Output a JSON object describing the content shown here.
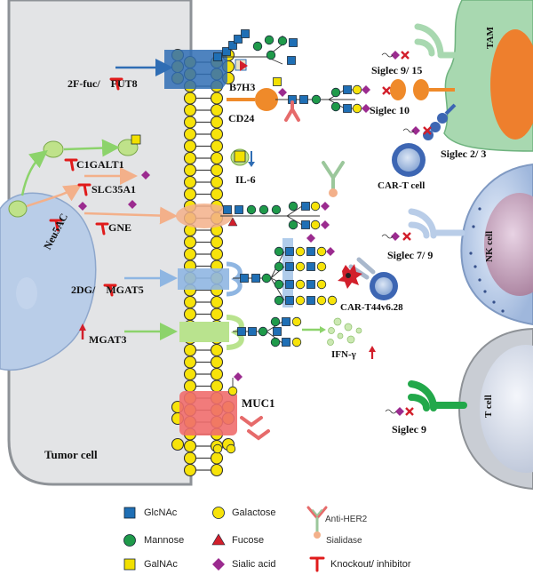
{
  "labels": {
    "b7h3": "B7H3",
    "cd24": "CD24",
    "il6": "IL-6",
    "muc1": "MUC1",
    "tumor_cell": "Tumor cell",
    "tam": "TAM",
    "nk_cell": "NK cell",
    "t_cell": "T cell",
    "car_t_cell": "CAR-T cell",
    "car_t44": "CAR-T44v6.28",
    "ifn_gamma": "IFN-γ",
    "siglec_9_15": "Siglec 9/ 15",
    "siglec_10": "Siglec 10",
    "siglec_2_3": "Siglec 2/ 3",
    "siglec_7_9": "Siglec 7/ 9",
    "siglec_9": "Siglec 9"
  },
  "pathway": {
    "fuc_prefix": "2F-fuc/",
    "fut8": "FUT8",
    "c1galt1": "C1GALT1",
    "slc35a1": "SLC35A1",
    "neu5ac": "Neu5AC",
    "gne": "GNE",
    "dg_prefix": "2DG/",
    "mgat5": "MGAT5",
    "mgat3": "MGAT3"
  },
  "legend": {
    "glcnac": "GlcNAc",
    "mannose": "Mannose",
    "galnac": "GalNAc",
    "galactose": "Galactose",
    "fucose": "Fucose",
    "sialic_acid": "Sialic acid",
    "anti_her2": "Anti-HER2",
    "sialidase": "Sialidase",
    "knockout": "Knockout/ inhibitor"
  },
  "colors": {
    "glcnac": "#1f6fb5",
    "mannose": "#1f9a4a",
    "galnac": "#f2e000",
    "galactose": "#f7e30a",
    "fucose": "#d21f2b",
    "sialic_acid": "#9b2b8f",
    "knockout": "#e01b1b",
    "tam": "#a8d8b0",
    "nk": "#b9cde8",
    "tcell": "#c9cdd4"
  }
}
